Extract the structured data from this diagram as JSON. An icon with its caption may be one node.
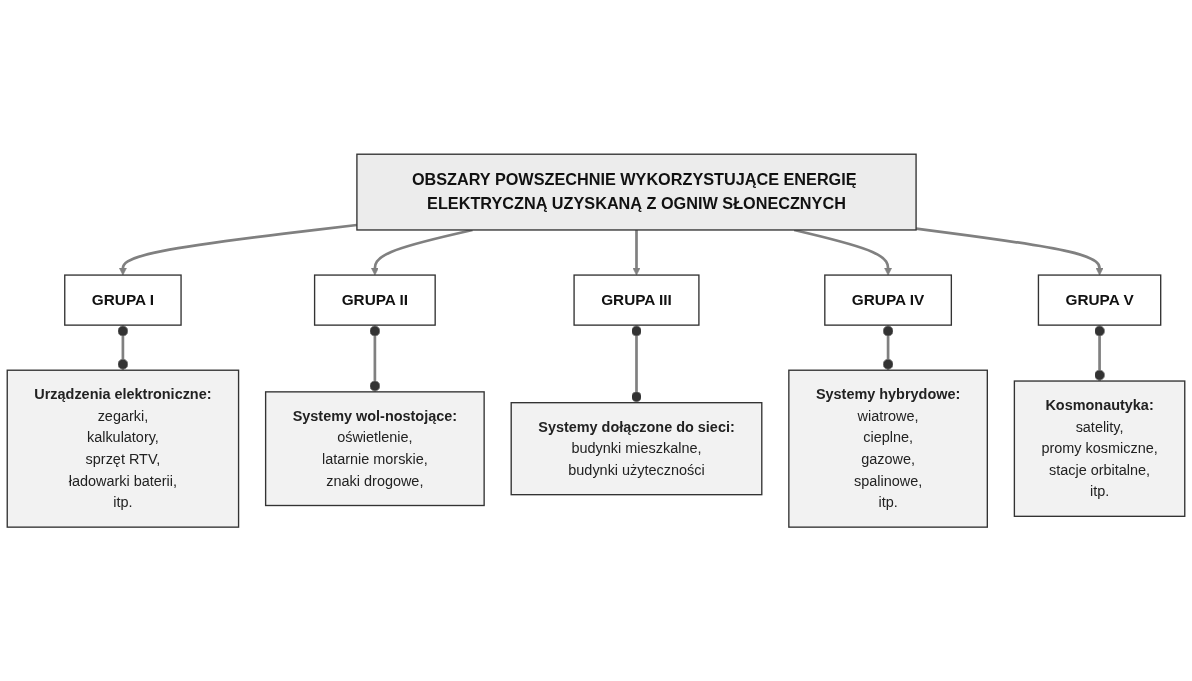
{
  "diagram": {
    "nodes": [
      {
        "text": [
          "OBSZARY POWSZECHNIE WYKORZYSTUJĄCE ENERGIĘ ELEKTRYCZNĄ UZYSKANĄ Z OGNIW SŁONECZNYCH"
        ]
      },
      {
        "text": [
          "GRUPA I"
        ]
      },
      {
        "text": [
          "GRUPA II"
        ]
      },
      {
        "text": [
          "GRUPA III"
        ]
      },
      {
        "text": [
          "GRUPA IV"
        ]
      },
      {
        "text": [
          "GRUPA V"
        ]
      },
      {
        "text": [
          "Urządzenia elektroniczne:",
          "zegarki,",
          "kalkulatory,",
          "sprzęt RTV,",
          "ładowarki baterii,",
          "itp."
        ]
      },
      {
        "text": [
          "Systemy wol-nostojące:",
          "oświetlenie,",
          "latarnie morskie,",
          "znaki drogowe,"
        ]
      },
      {
        "text": [
          "Systemy dołączone do sieci:",
          "budynki mieszkalne,",
          "budynki użyteczności"
        ]
      },
      {
        "text": [
          "Systemy hybrydowe:",
          "wiatrowe,",
          "cieplne,",
          "gazowe,",
          "spalinowe,",
          "itp."
        ]
      },
      {
        "text": [
          "Kosmonautyka:",
          "satelity,",
          "promy kosmiczne,",
          "stacje orbitalne,",
          "itp."
        ]
      }
    ],
    "edges": [
      {
        "from": 0,
        "to": 1,
        "arrow": "to"
      },
      {
        "from": 0,
        "to": 2,
        "arrow": "to"
      },
      {
        "from": 0,
        "to": 3,
        "arrow": "to"
      },
      {
        "from": 0,
        "to": 4,
        "arrow": "to"
      },
      {
        "from": 0,
        "to": 5,
        "arrow": "to"
      },
      {
        "from": 1,
        "to": 6,
        "arrow": "other"
      },
      {
        "from": 2,
        "to": 7,
        "arrow": "other"
      },
      {
        "from": 3,
        "to": 8,
        "arrow": "other"
      },
      {
        "from": 4,
        "to": 9,
        "arrow": "other"
      },
      {
        "from": 5,
        "to": 10,
        "arrow": "other"
      }
    ]
  }
}
